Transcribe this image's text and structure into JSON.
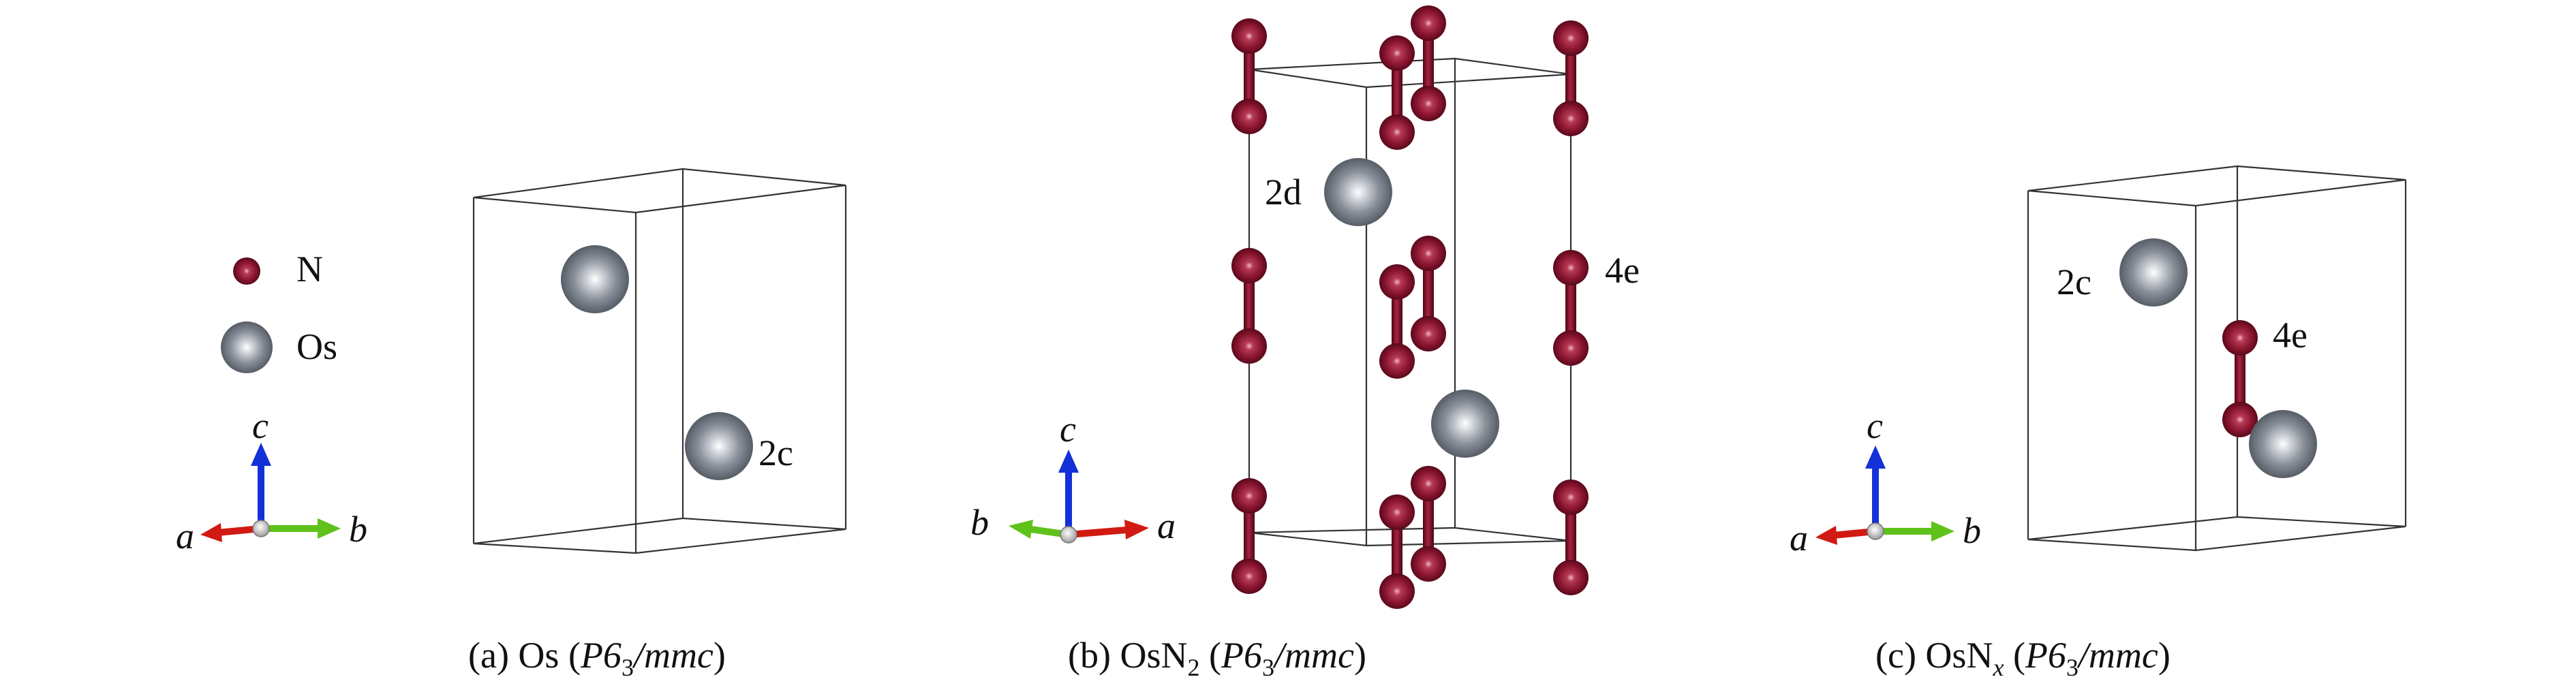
{
  "colors": {
    "nitrogen": "#7a1228",
    "nitrogen_highlight": "#e8a3b0",
    "osmium": "#666d78",
    "osmium_highlight": "#ffffff",
    "axis_a": "#d11a12",
    "axis_b": "#5fc21a",
    "axis_c": "#1430d8",
    "cell_line": "#333333"
  },
  "legend": {
    "nitrogen_label": "N",
    "osmium_label": "Os"
  },
  "axes": {
    "a": "a",
    "b": "b",
    "c": "c"
  },
  "panels": [
    {
      "id": "a",
      "caption_prefix": "(a) Os (",
      "caption_group": "P6",
      "caption_sub": "3",
      "caption_rest": "/mmc",
      "caption_suffix": ")",
      "site_labels": [
        "2c"
      ]
    },
    {
      "id": "b",
      "caption_prefix": "(b) OsN",
      "caption_formula_sub": "2",
      "caption_mid": " (",
      "caption_group": "P6",
      "caption_sub": "3",
      "caption_rest": "/mmc",
      "caption_suffix": ")",
      "site_labels": [
        "2d",
        "4e"
      ]
    },
    {
      "id": "c",
      "caption_prefix": "(c) OsN",
      "caption_formula_sub": "x",
      "caption_mid": " (",
      "caption_group": "P6",
      "caption_sub": "3",
      "caption_rest": "/mmc",
      "caption_suffix": ")",
      "site_labels": [
        "2c",
        "4e"
      ]
    }
  ]
}
